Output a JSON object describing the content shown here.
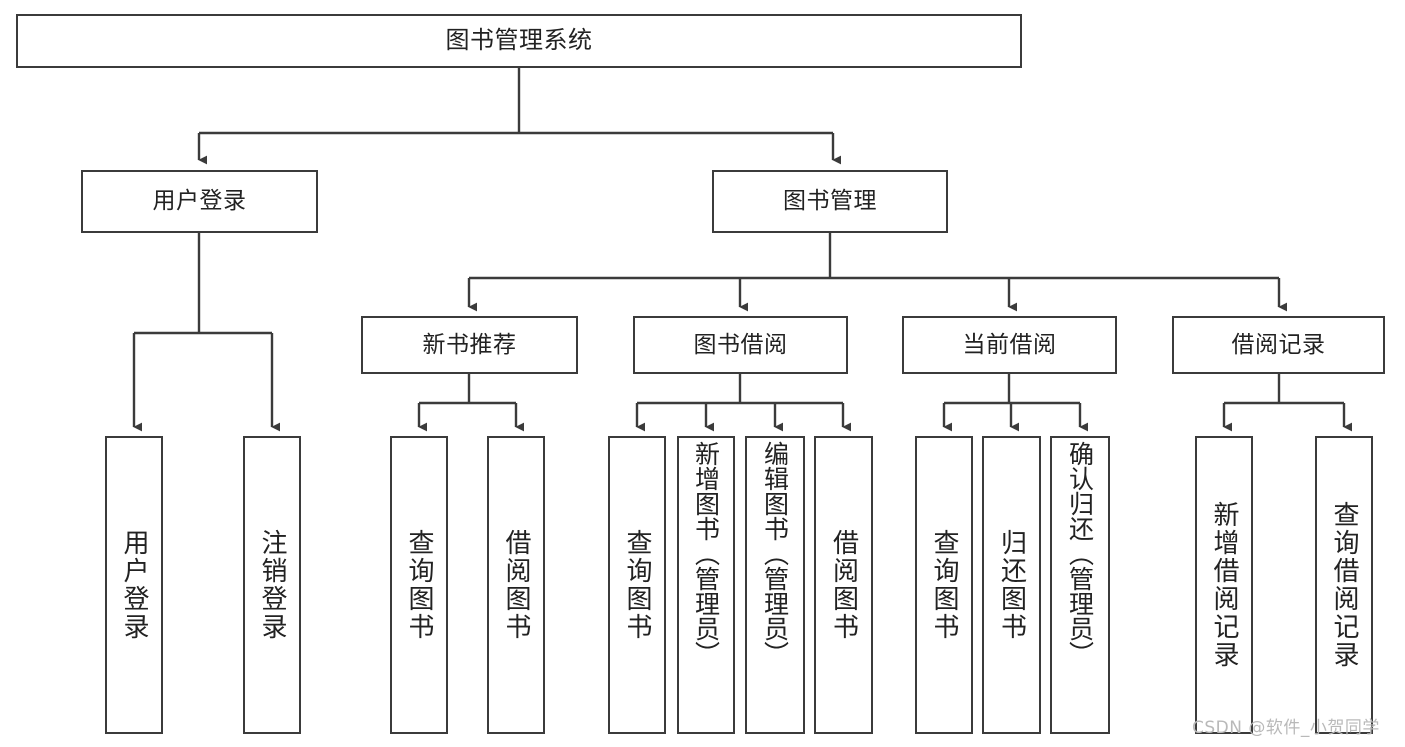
{
  "diagram": {
    "title": "图书管理系统",
    "type": "tree",
    "watermark": "CSDN @软件_小贺同学",
    "colors": {
      "background": "#ffffff",
      "box_border": "#3b3b3b",
      "box_fill": "#ffffff",
      "connector": "#3b3b3b",
      "text": "#222222",
      "watermark": "#b9b9b9"
    },
    "root": {
      "label": "图书管理系统"
    },
    "level2": [
      {
        "label": "用户登录"
      },
      {
        "label": "图书管理"
      }
    ],
    "level3": [
      {
        "label": "新书推荐"
      },
      {
        "label": "图书借阅"
      },
      {
        "label": "当前借阅"
      },
      {
        "label": "借阅记录"
      }
    ],
    "leaves": {
      "user_login": [
        {
          "label": "用户登录"
        },
        {
          "label": "注销登录"
        }
      ],
      "new_book_recommend": [
        {
          "label": "查询图书"
        },
        {
          "label": "借阅图书"
        }
      ],
      "book_borrow": [
        {
          "label": "查询图书"
        },
        {
          "label": "新增图书（管理员）"
        },
        {
          "label": "编辑图书（管理员）"
        },
        {
          "label": "借阅图书"
        }
      ],
      "current_borrow": [
        {
          "label": "查询图书"
        },
        {
          "label": "归还图书"
        },
        {
          "label": "确认归还（管理员）"
        }
      ],
      "borrow_records": [
        {
          "label": "新增借阅记录"
        },
        {
          "label": "查询借阅记录"
        }
      ]
    }
  }
}
